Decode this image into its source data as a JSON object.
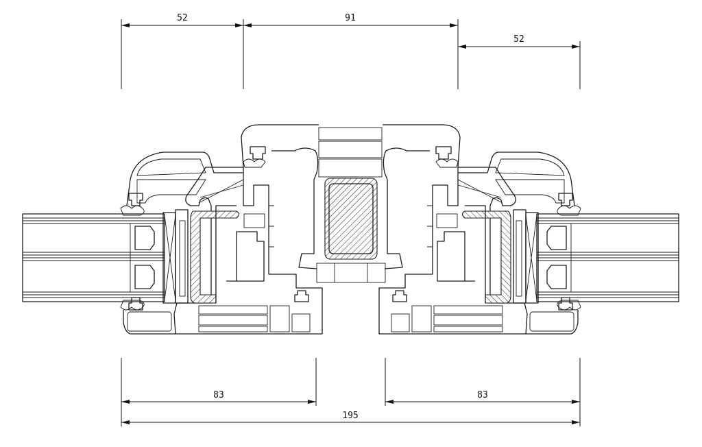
{
  "drawing": {
    "title": "Sliding window profile cross-section",
    "dimensions_top": [
      {
        "label": "52",
        "value": 52
      },
      {
        "label": "91",
        "value": 91
      },
      {
        "label": "52",
        "value": 52
      }
    ],
    "dimensions_bottom": [
      {
        "label": "83",
        "value": 83
      },
      {
        "label": "83",
        "value": 83
      },
      {
        "label": "195",
        "value": 195
      }
    ]
  }
}
